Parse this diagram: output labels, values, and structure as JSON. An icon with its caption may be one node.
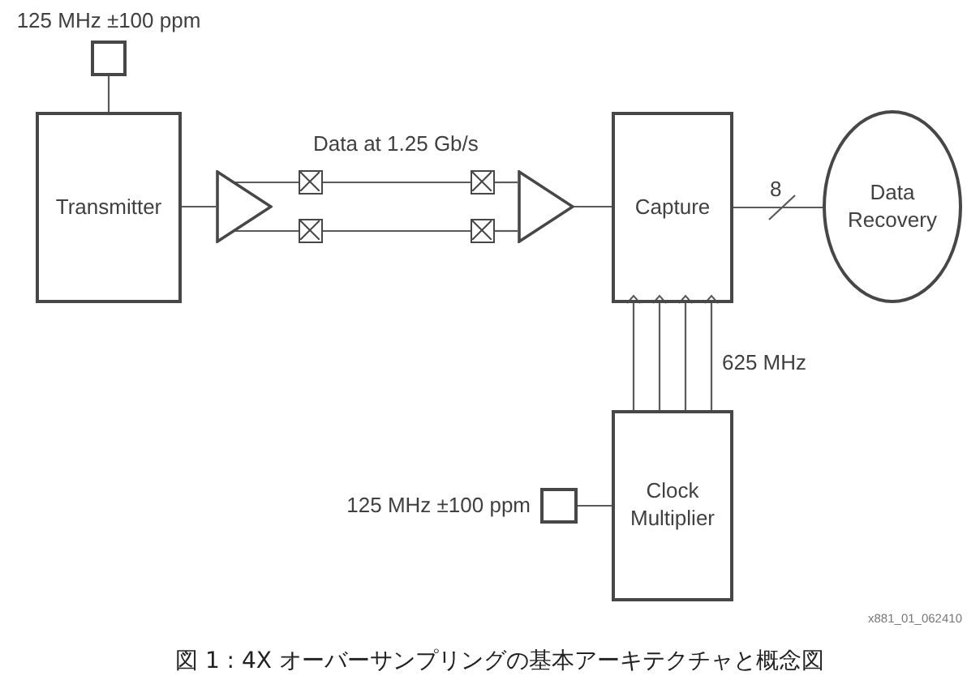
{
  "diagram": {
    "caption": "図 1 : 4X オーバーサンプリングの基本アーキテクチャと概念図",
    "nodes": [
      {
        "text": [],
        "shape": "box",
        "beside": [
          "125 MHz ±100 ppm"
        ]
      },
      {
        "text": [
          "Transmitter"
        ]
      },
      {
        "text": [],
        "shape": "triangle"
      },
      {
        "text": [],
        "shape": "box"
      },
      {
        "text": [],
        "shape": "box"
      },
      {
        "text": [],
        "shape": "box"
      },
      {
        "text": [],
        "shape": "box"
      },
      {
        "text": [],
        "shape": "triangle"
      },
      {
        "text": [
          "Capture"
        ]
      },
      {
        "text": [
          "Data Recovery"
        ]
      },
      {
        "text": [
          "Clock Multiplier"
        ]
      },
      {
        "text": [],
        "shape": "box",
        "beside": [
          "125 MHz ±100 ppm"
        ]
      }
    ],
    "edges": [
      {
        "from": 0,
        "to": 1,
        "arrow": "none"
      },
      {
        "from": 1,
        "to": 2,
        "arrow": "none"
      },
      {
        "from": 2,
        "to": 3,
        "arrow": "none"
      },
      {
        "from": 2,
        "to": 4,
        "arrow": "none"
      },
      {
        "from": 3,
        "to": 5,
        "arrow": "none"
      },
      {
        "from": 4,
        "to": 6,
        "arrow": "none"
      },
      {
        "from": 5,
        "to": 7,
        "arrow": "none"
      },
      {
        "from": 6,
        "to": 7,
        "arrow": "none"
      },
      {
        "from": 7,
        "to": 8,
        "arrow": "none"
      },
      {
        "from": 8,
        "to": 9,
        "arrow": "none",
        "label": "8"
      },
      {
        "from": 10,
        "to": 8,
        "arrow": "to"
      },
      {
        "from": 10,
        "to": 8,
        "arrow": "to"
      },
      {
        "from": 10,
        "to": 8,
        "arrow": "to"
      },
      {
        "from": 10,
        "to": 8,
        "arrow": "to"
      },
      {
        "from": 11,
        "to": 10,
        "arrow": "none"
      }
    ],
    "labels": [
      "Data at 1.25 Gb/s",
      "625 MHz",
      "x881_01_062410"
    ]
  }
}
